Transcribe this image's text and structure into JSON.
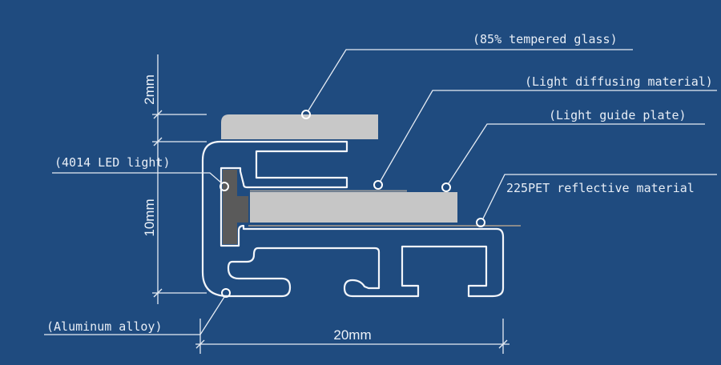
{
  "labels": {
    "glass": "(85% tempered glass)",
    "diffusing": "(Light diffusing material)",
    "guide": "(Light guide plate)",
    "reflective": "225PET reflective material",
    "led": "(4014 LED light)",
    "alloy": "(Aluminum alloy)"
  },
  "dimensions": {
    "glass_thickness": "2mm",
    "height": "10mm",
    "width": "20mm"
  },
  "colors": {
    "background": "#1f4b7f",
    "glass": "#c8c8c8",
    "led": "#5a5a5a"
  }
}
